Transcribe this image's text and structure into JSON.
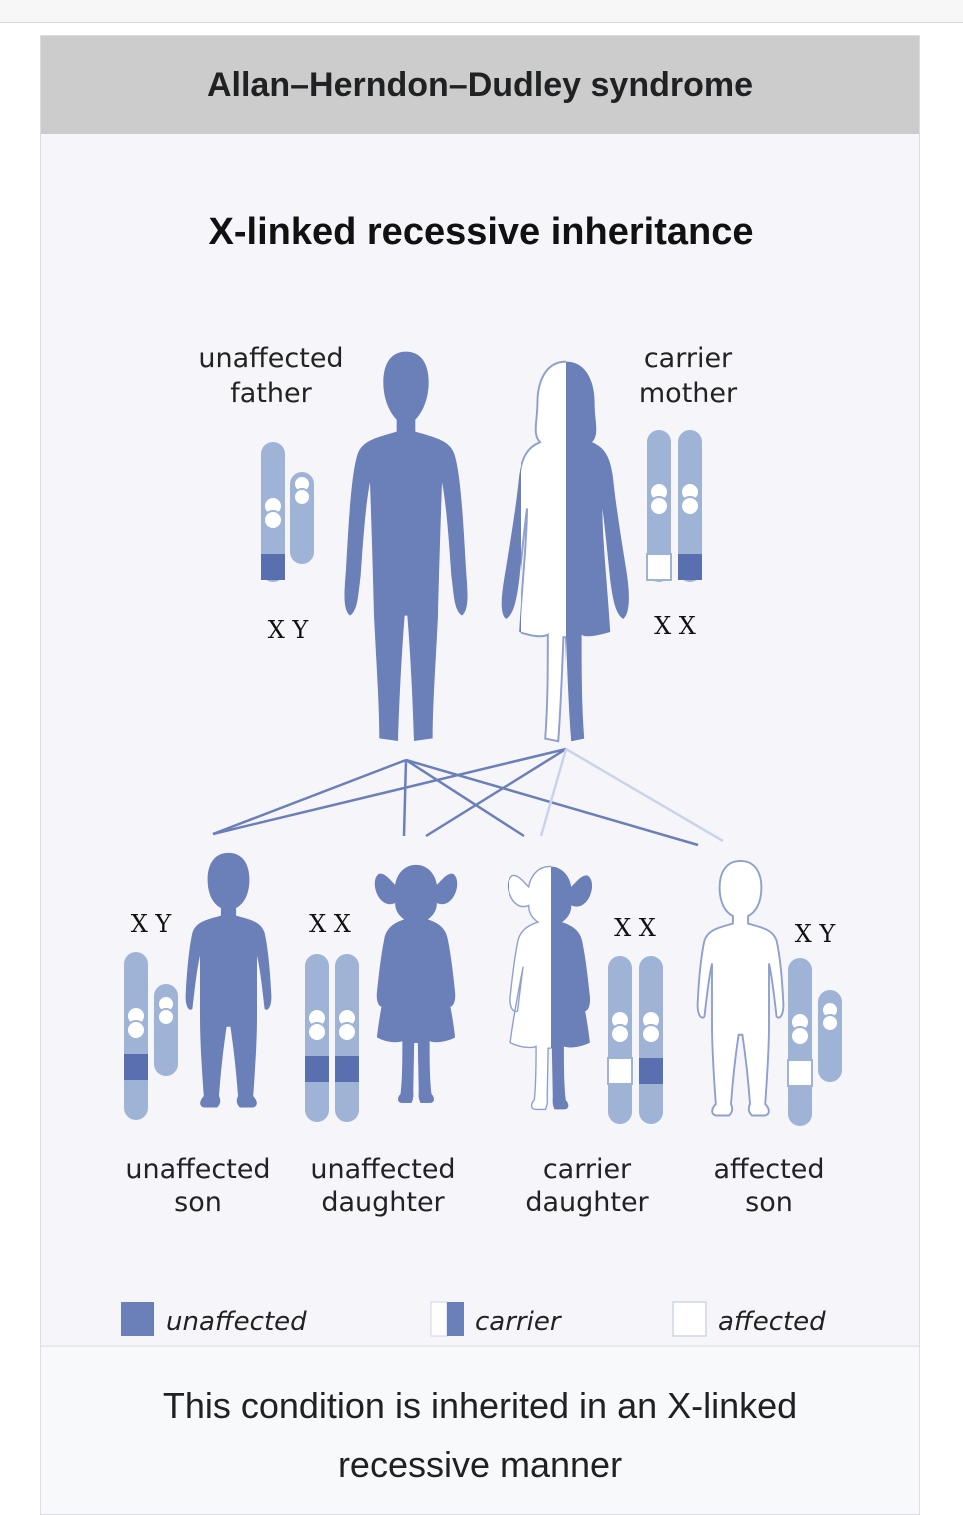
{
  "infobox": {
    "title": "Allan–Herndon–Dudley syndrome",
    "caption_line1": "This condition is inherited in an X-linked",
    "caption_line2": "recessive manner"
  },
  "figure": {
    "title": "X-linked recessive inheritance",
    "father": {
      "line1": "unaffected",
      "line2": "father",
      "chromosomes": "X Y"
    },
    "mother": {
      "line1": "carrier",
      "line2": "mother",
      "chromosomes": "X X"
    },
    "children": [
      {
        "line1": "unaffected",
        "line2": "son",
        "chromosomes": "X Y"
      },
      {
        "line1": "unaffected",
        "line2": "daughter",
        "chromosomes": "X X"
      },
      {
        "line1": "carrier",
        "line2": "daughter",
        "chromosomes": "X X"
      },
      {
        "line1": "affected",
        "line2": "son",
        "chromosomes": "X Y"
      }
    ],
    "legend": [
      {
        "label": "unaffected"
      },
      {
        "label": "carrier"
      },
      {
        "label": "affected"
      }
    ],
    "colors": {
      "figure_fill": "#6b7fb8",
      "chromosome": "#9fb3d6",
      "band": "#5a6fb0",
      "outline": "#8ea0cf",
      "line": "#6b7fb8",
      "line_light": "#c9d3ea"
    }
  }
}
